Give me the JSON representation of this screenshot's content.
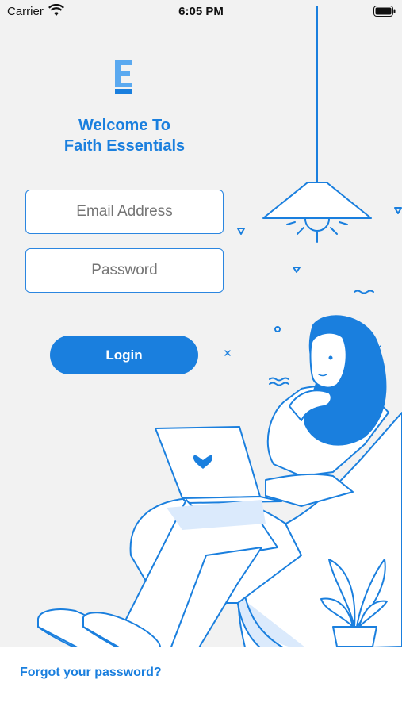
{
  "status_bar": {
    "carrier": "Carrier",
    "time": "6:05 PM"
  },
  "app": {
    "title_line1": "Welcome To",
    "title_line2": "Faith Essentials",
    "accent_color": "#1a7fde"
  },
  "form": {
    "email_placeholder": "Email Address",
    "password_placeholder": "Password",
    "login_label": "Login"
  },
  "footer": {
    "forgot_password": "Forgot your password?"
  },
  "icons": [
    "wifi-icon",
    "battery-icon",
    "app-logo-icon",
    "lamp-icon",
    "heart-icon",
    "plant-icon"
  ]
}
